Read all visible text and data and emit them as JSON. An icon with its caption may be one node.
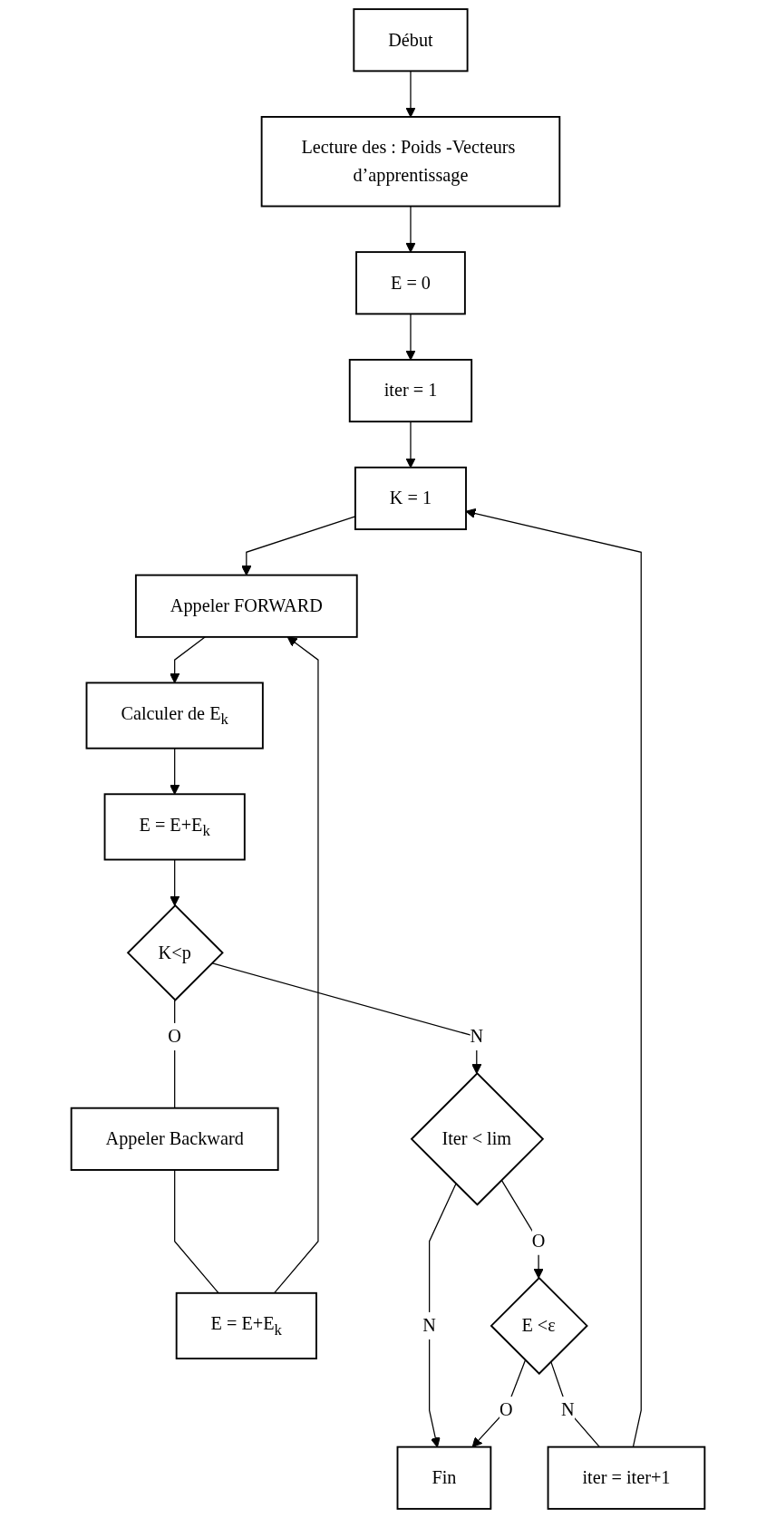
{
  "diagram": {
    "nodes": [
      {
        "text": [
          "Début"
        ]
      },
      {
        "text": [
          "Lecture des : Poids -Vecteurs d’apprentissage"
        ]
      },
      {
        "text": [
          "E = 0"
        ]
      },
      {
        "text": [
          "iter = 1"
        ]
      },
      {
        "text": [
          "K = 1"
        ]
      },
      {
        "text": [
          "Appeler FORWARD"
        ]
      },
      {
        "text": [
          "E = E+E$_{k}$"
        ]
      },
      {
        "text": [
          "Calculer de E$_{k}$"
        ]
      },
      {
        "text": [
          "Appeler Backward"
        ]
      },
      {
        "text": [
          "E = E+E$_{k}$"
        ]
      },
      {
        "text": [
          "K<p"
        ]
      },
      {
        "text": [
          "Iter < lim"
        ]
      },
      {
        "text": [
          "E <ε"
        ]
      },
      {
        "text": [
          "iter = iter+1"
        ]
      },
      {
        "text": [
          "Fin"
        ]
      }
    ],
    "edges": [
      {
        "from": 0,
        "to": 1,
        "arrow": "to"
      },
      {
        "from": 1,
        "to": 2,
        "arrow": "to"
      },
      {
        "from": 2,
        "to": 3,
        "arrow": "to"
      },
      {
        "from": 3,
        "to": 4,
        "arrow": "to"
      },
      {
        "from": 4,
        "to": 5,
        "arrow": "to"
      },
      {
        "from": 5,
        "to": 7,
        "arrow": "to"
      },
      {
        "from": 7,
        "to": 9,
        "arrow": "to"
      },
      {
        "from": 9,
        "to": 10,
        "arrow": "to"
      },
      {
        "from": 10,
        "to": 8,
        "label": "O",
        "arrow": "none"
      },
      {
        "from": 8,
        "to": 6,
        "arrow": "none"
      },
      {
        "from": 6,
        "to": 5,
        "arrow": "to"
      },
      {
        "from": 10,
        "to": 11,
        "label": "N",
        "arrow": "to"
      },
      {
        "from": 11,
        "to": 14,
        "label": "N",
        "arrow": "to"
      },
      {
        "from": 11,
        "to": 12,
        "label": "O",
        "arrow": "to"
      },
      {
        "from": 12,
        "to": 13,
        "label": "N",
        "arrow": "none"
      },
      {
        "from": 13,
        "to": 4,
        "arrow": "to"
      },
      {
        "from": 12,
        "to": 14,
        "label": "O",
        "arrow": "to"
      }
    ]
  }
}
